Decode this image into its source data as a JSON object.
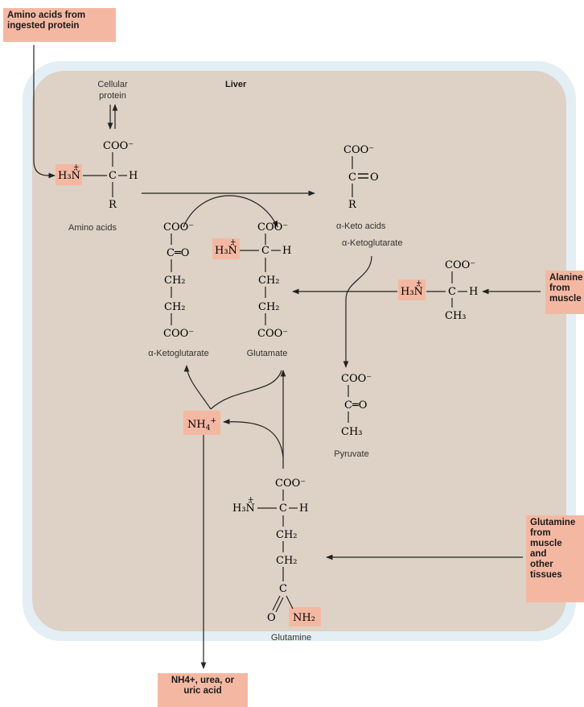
{
  "colors": {
    "liver_fill": "#ddd2c5",
    "liver_halo": "#e4eef5",
    "highlight": "#f4b8a2",
    "stroke": "#222222"
  },
  "callouts": {
    "ingested": "Amino acids from\ningested protein",
    "alanine": "Alanine\nfrom\nmuscle",
    "glutamine_in": "Glutamine\nfrom\nmuscle\nand\nother\ntissues",
    "excreted": "NH4+, urea, or\nuric acid"
  },
  "region": {
    "liver": "Liver"
  },
  "labels": {
    "cellular_protein": [
      "Cellular",
      "protein"
    ],
    "amino_acids": "Amino acids",
    "alpha_keto_acids": "α-Keto acids",
    "alpha_ketoglutarate_top": "α-Ketoglutarate",
    "alpha_ketoglutarate": "α-Ketoglutarate",
    "glutamate": "Glutamate",
    "pyruvate": "Pyruvate",
    "glutamine": "Glutamine",
    "ammonium": "NH4+"
  },
  "chem": {
    "coo_minus": "COO⁻",
    "c": "C",
    "h": "H",
    "r": "R",
    "o": "O",
    "c_double_o": "C═O",
    "ch2": "CH₂",
    "ch3": "CH₃",
    "nh2": "NH₂",
    "h3n_plus": "H₃N̈",
    "plus": "+"
  }
}
